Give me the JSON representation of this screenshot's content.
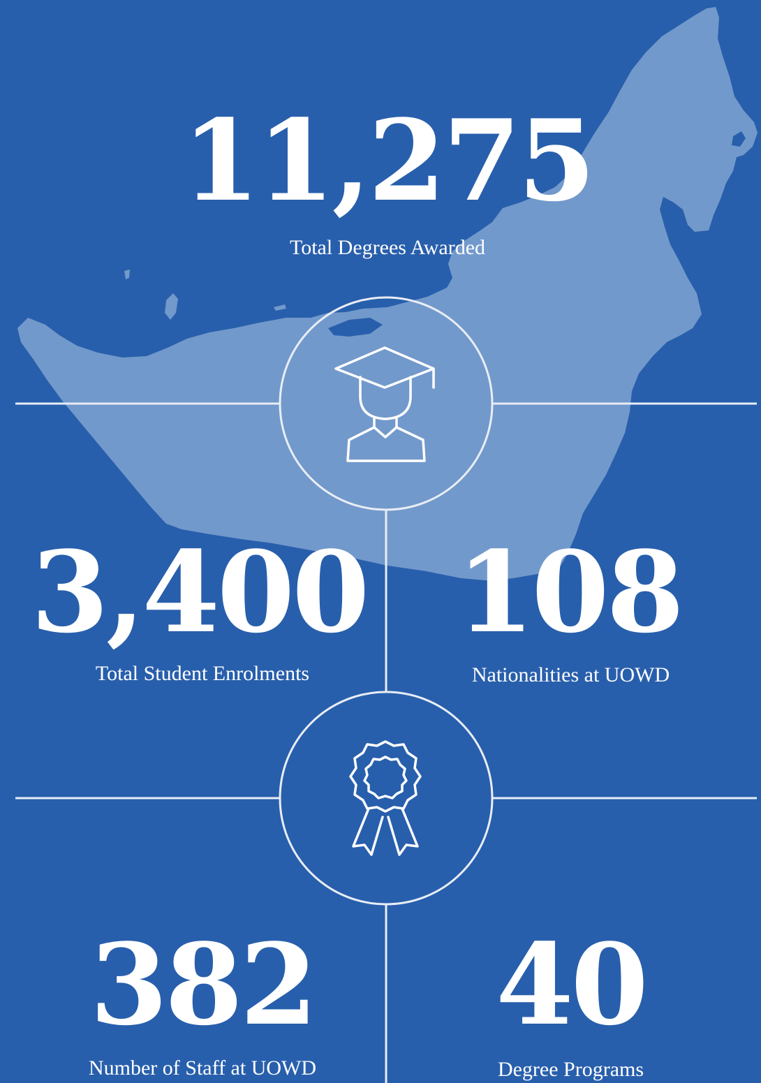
{
  "stats": {
    "degrees": {
      "value": "11,275",
      "label": "Total Degrees Awarded"
    },
    "enrolments": {
      "value": "3,400",
      "label": "Total Student Enrolments"
    },
    "nationalities": {
      "value": "108",
      "label": "Nationalities at UOWD"
    },
    "staff": {
      "value": "382",
      "label": "Number of Staff at UOWD"
    },
    "programs": {
      "value": "40",
      "label": "Degree Programs"
    }
  },
  "icons": {
    "top": "graduate-icon",
    "bottom": "award-ribbon-icon"
  },
  "colors": {
    "background": "#285fac",
    "map": "#7299cb",
    "lines": "#e8edf5",
    "text": "#ffffff"
  }
}
